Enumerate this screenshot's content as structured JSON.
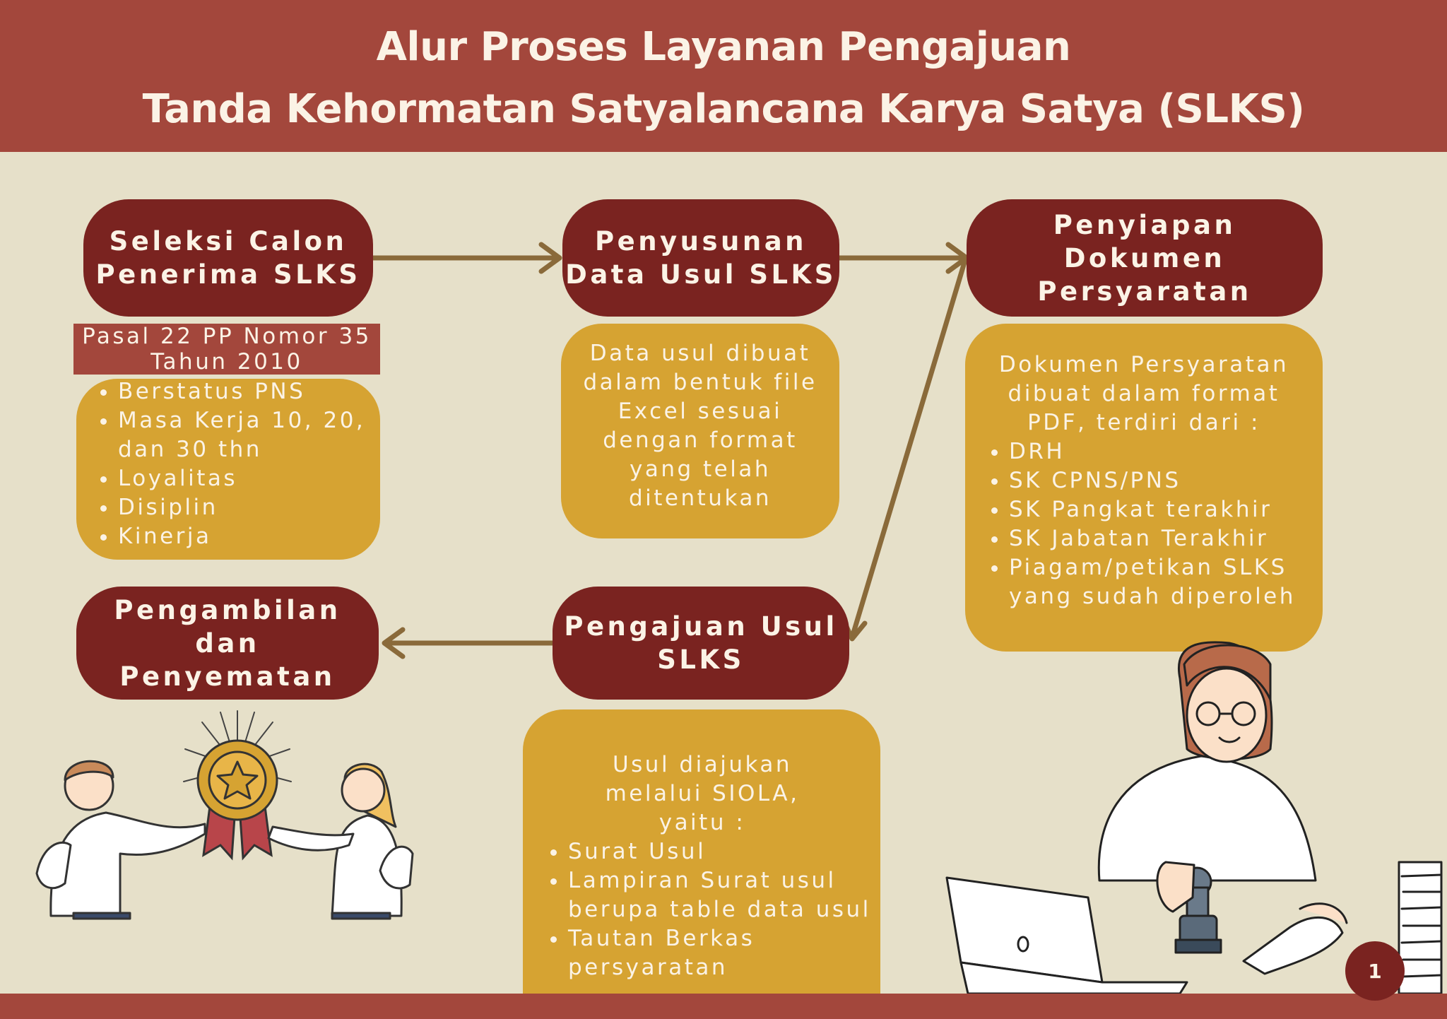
{
  "header": {
    "title_line1": "Alur Proses Layanan Pengajuan",
    "title_line2": "Tanda Kehormatan Satyalancana Karya Satya (SLKS)"
  },
  "steps": {
    "seleksi": {
      "line1": "Seleksi Calon",
      "line2": "Penerima SLKS"
    },
    "penyusunan": {
      "line1": "Penyusunan",
      "line2": "Data Usul SLKS"
    },
    "penyiapan": {
      "line1": "Penyiapan Dokumen",
      "line2": "Persyaratan"
    },
    "pengajuan": {
      "line1": "Pengajuan Usul",
      "line2": "SLKS"
    },
    "pengambilan": {
      "line1": "Pengambilan dan",
      "line2": "Penyematan"
    }
  },
  "seleksi_detail": {
    "reference_line1": "Pasal 22 PP Nomor 35",
    "reference_line2": "Tahun 2010",
    "items": [
      "Berstatus PNS",
      "Masa Kerja 10, 20, dan 30 thn",
      "Loyalitas",
      "Disiplin",
      "Kinerja"
    ]
  },
  "penyusunan_detail": {
    "text": "Data usul dibuat dalam bentuk file Excel sesuai dengan format yang telah ditentukan"
  },
  "penyiapan_detail": {
    "intro": "Dokumen Persyaratan dibuat dalam format PDF, terdiri dari :",
    "items": [
      "DRH",
      "SK CPNS/PNS",
      "SK Pangkat terakhir",
      "SK Jabatan Terakhir",
      "Piagam/petikan SLKS yang sudah diperoleh"
    ]
  },
  "pengajuan_detail": {
    "intro": "Usul diajukan melalui SIOLA, yaitu :",
    "items": [
      "Surat Usul",
      "Lampiran Surat usul berupa table data usul",
      "Tautan Berkas persyaratan"
    ]
  },
  "page_number": "1",
  "colors": {
    "background": "#e6e0c9",
    "header": "#a3473c",
    "step": "#7a2320",
    "detail": "#d6a332",
    "arrow": "#8a6a3a"
  }
}
